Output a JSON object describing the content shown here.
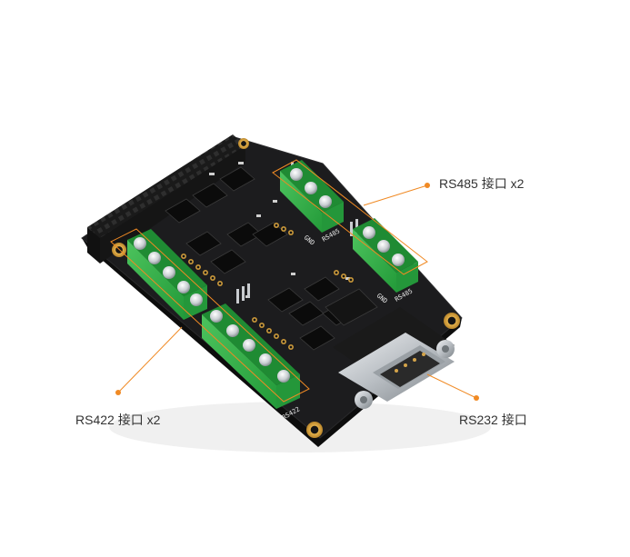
{
  "annotations": {
    "rs485": "RS485 接口 x2",
    "rs422": "RS422 接口 x2",
    "rs232": "RS232 接口"
  },
  "silkscreen": {
    "rs485": "RS485",
    "rs422": "RS422",
    "gnd": "GND"
  },
  "colors": {
    "accent": "#F08A24",
    "board": "#1c1c1e",
    "terminal": "#33b04a"
  }
}
